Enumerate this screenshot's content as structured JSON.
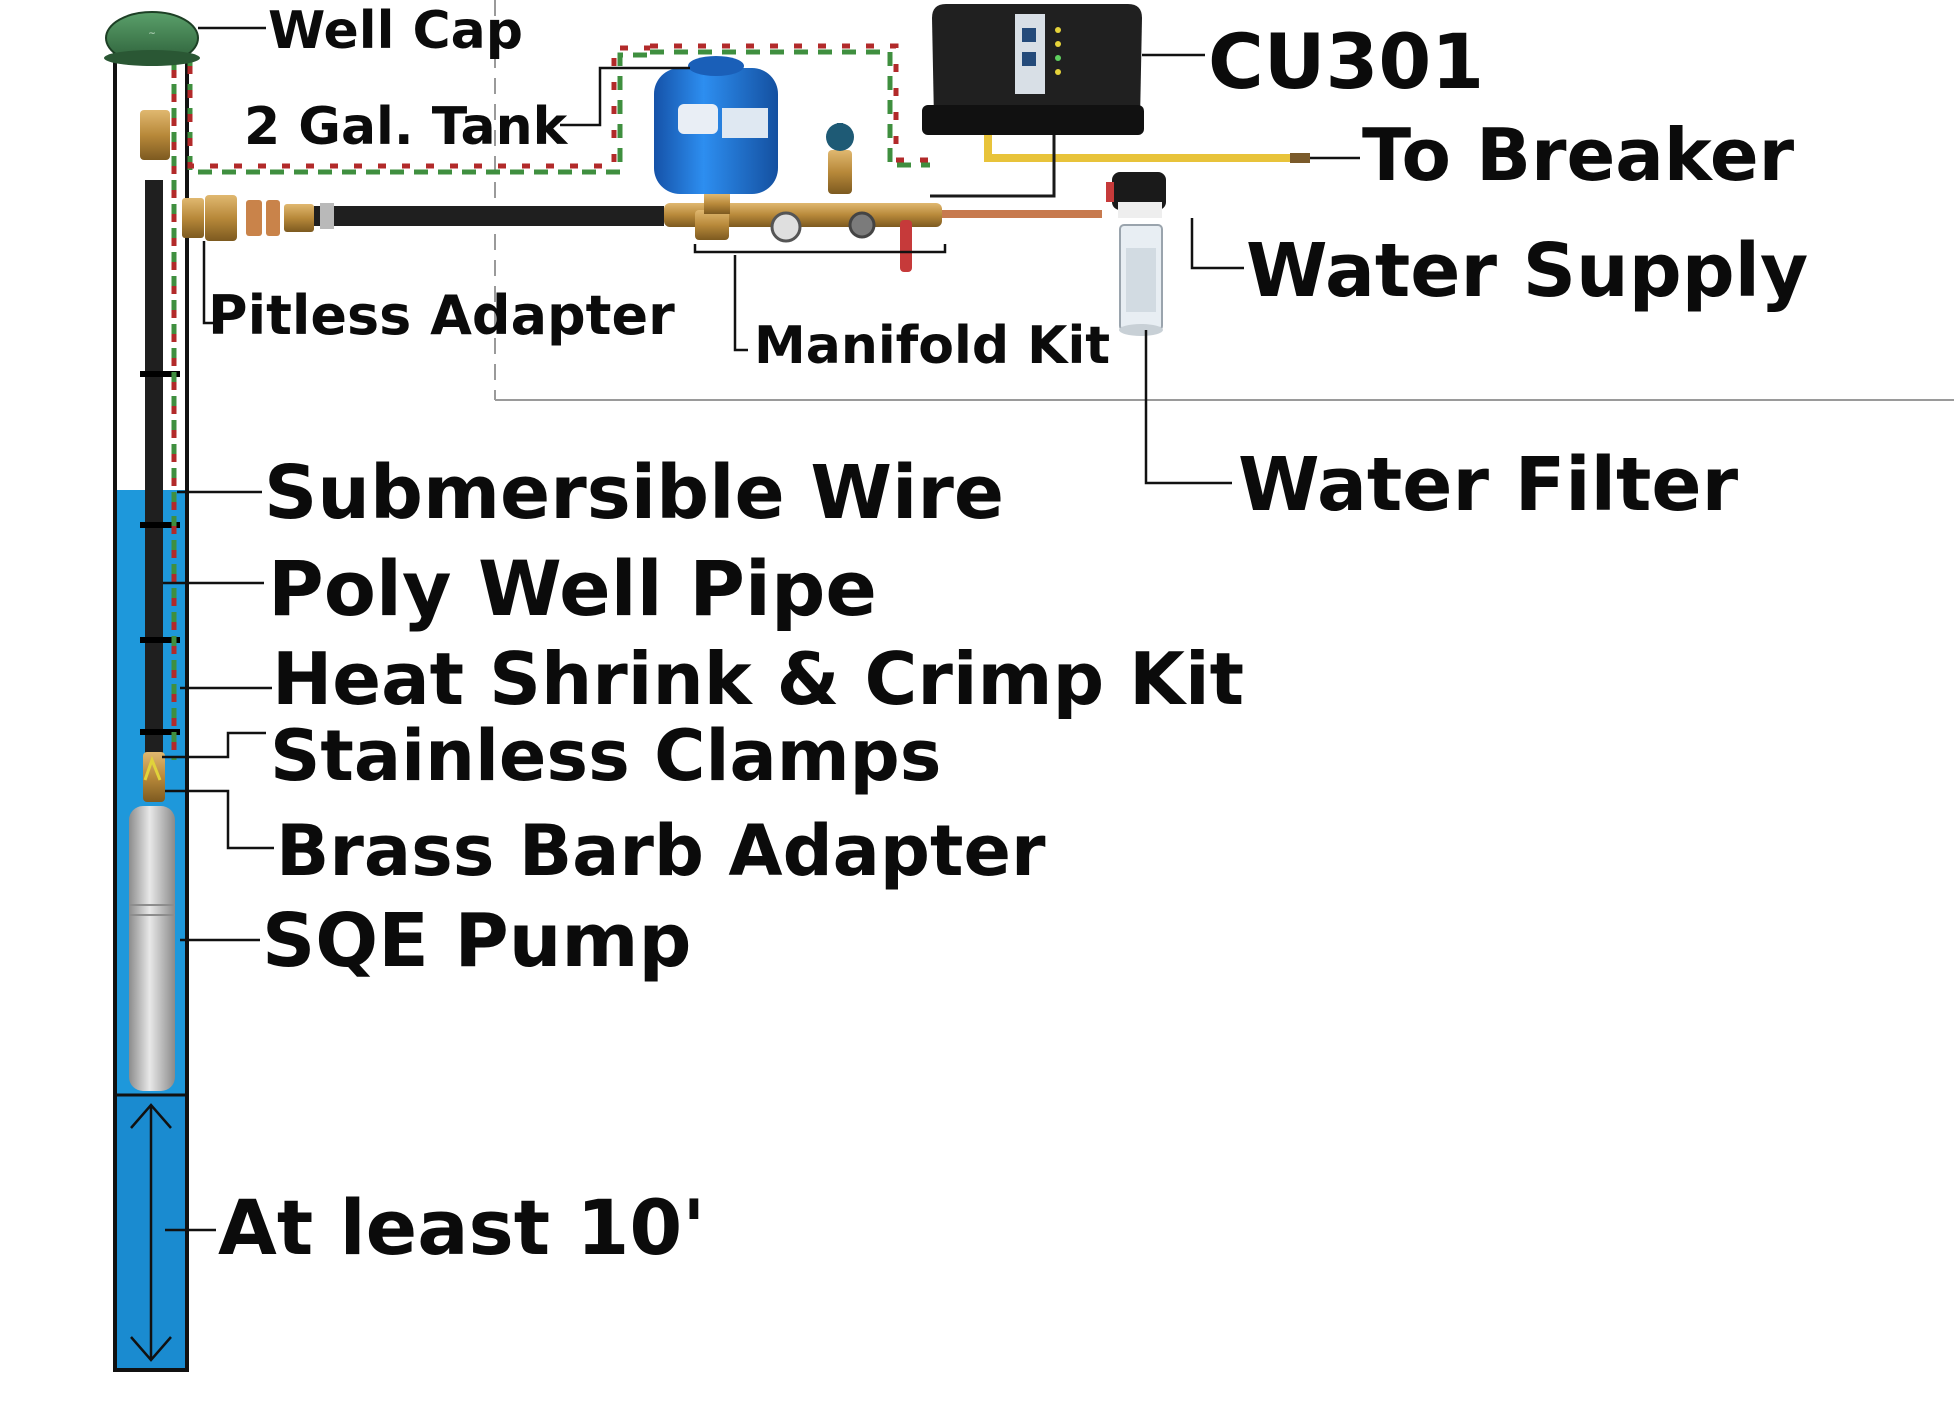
{
  "labels": {
    "well_cap": "Well Cap",
    "tank": "2 Gal. Tank",
    "controller": "CU301",
    "to_breaker": "To Breaker",
    "water_supply": "Water Supply",
    "pitless_adapter": "Pitless Adapter",
    "manifold_kit": "Manifold Kit",
    "water_filter": "Water Filter",
    "submersible_wire": "Submersible Wire",
    "poly_well_pipe": "Poly Well Pipe",
    "heat_shrink": "Heat Shrink & Crimp Kit",
    "stainless_clamps": "Stainless Clamps",
    "brass_barb_adapter": "Brass Barb Adapter",
    "sqe_pump": "SQE Pump",
    "min_submersion": "At least 10'"
  },
  "colors": {
    "water": "#1e98db",
    "pipe": "#1f1f1f",
    "wire_green": "#3f8f3f",
    "wire_red": "#b22a2a",
    "tank": "#1e6fd0",
    "brass": "#b8893a",
    "yellow_cable": "#e8c33a",
    "cap_green": "#3c7a4a",
    "controller": "#1a1a1a",
    "pump_steel": "#c8c8c8"
  }
}
